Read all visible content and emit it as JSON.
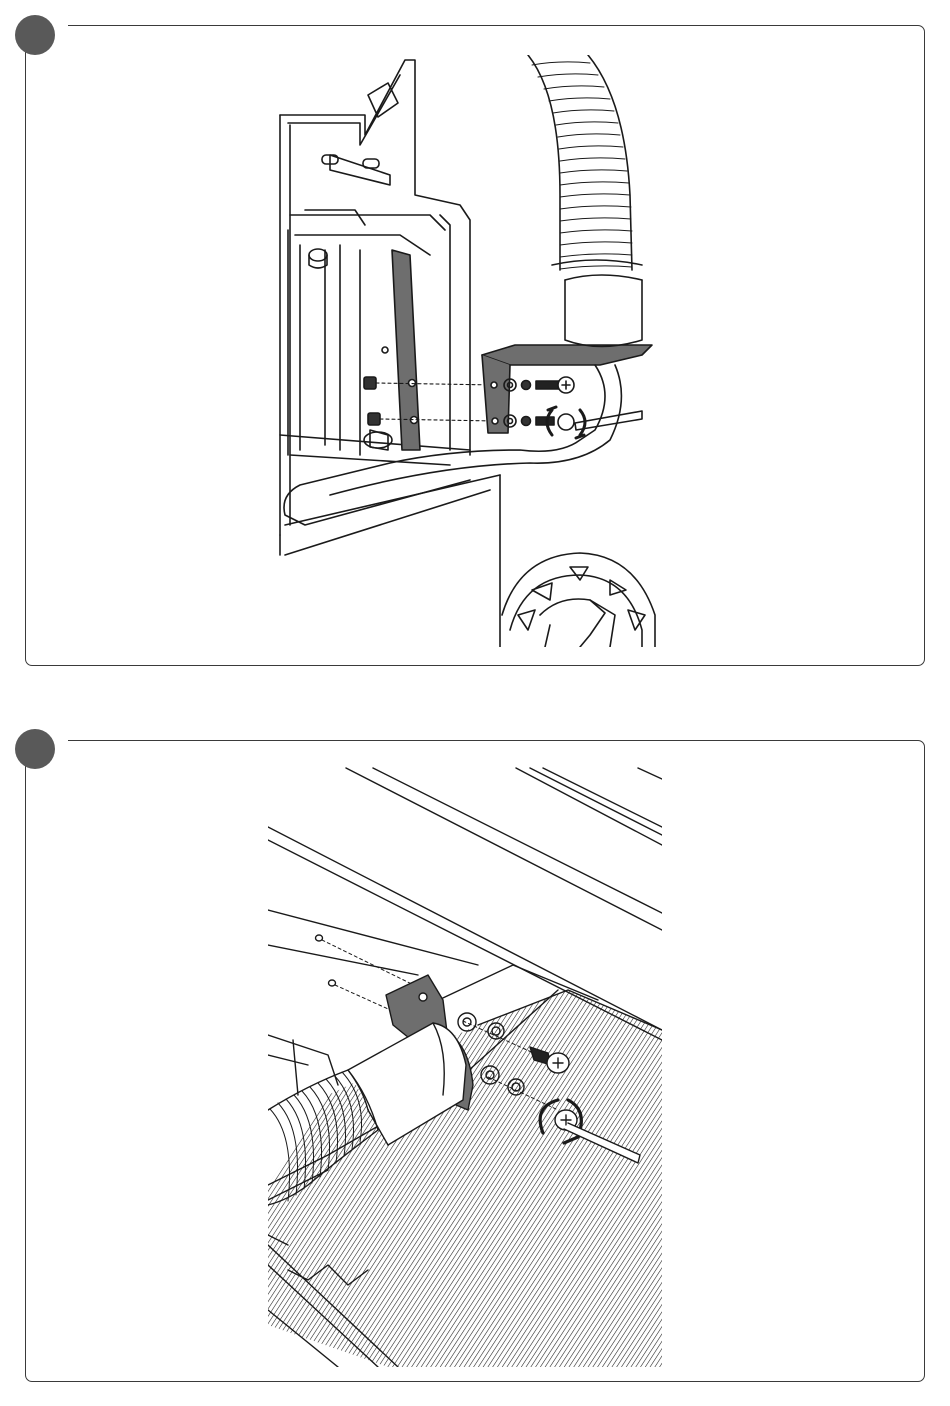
{
  "steps": [
    {
      "id": 1,
      "illustration": "bracket-mount-side-view",
      "icons": [
        "hose-icon",
        "bracket-icon",
        "screw-icon",
        "washer-icon",
        "screwdriver-icon",
        "rotate-arrow-icon",
        "wheel-icon"
      ]
    },
    {
      "id": 2,
      "illustration": "bracket-mount-under-view",
      "icons": [
        "hose-icon",
        "bracket-icon",
        "screw-icon",
        "washer-icon",
        "screwdriver-icon",
        "rotate-arrow-icon",
        "deck-surface-icon"
      ]
    }
  ],
  "colors": {
    "badge": "#595959",
    "line": "#1a1a1a",
    "bracket": "#6e6e6e",
    "border": "#3a3a3a"
  }
}
